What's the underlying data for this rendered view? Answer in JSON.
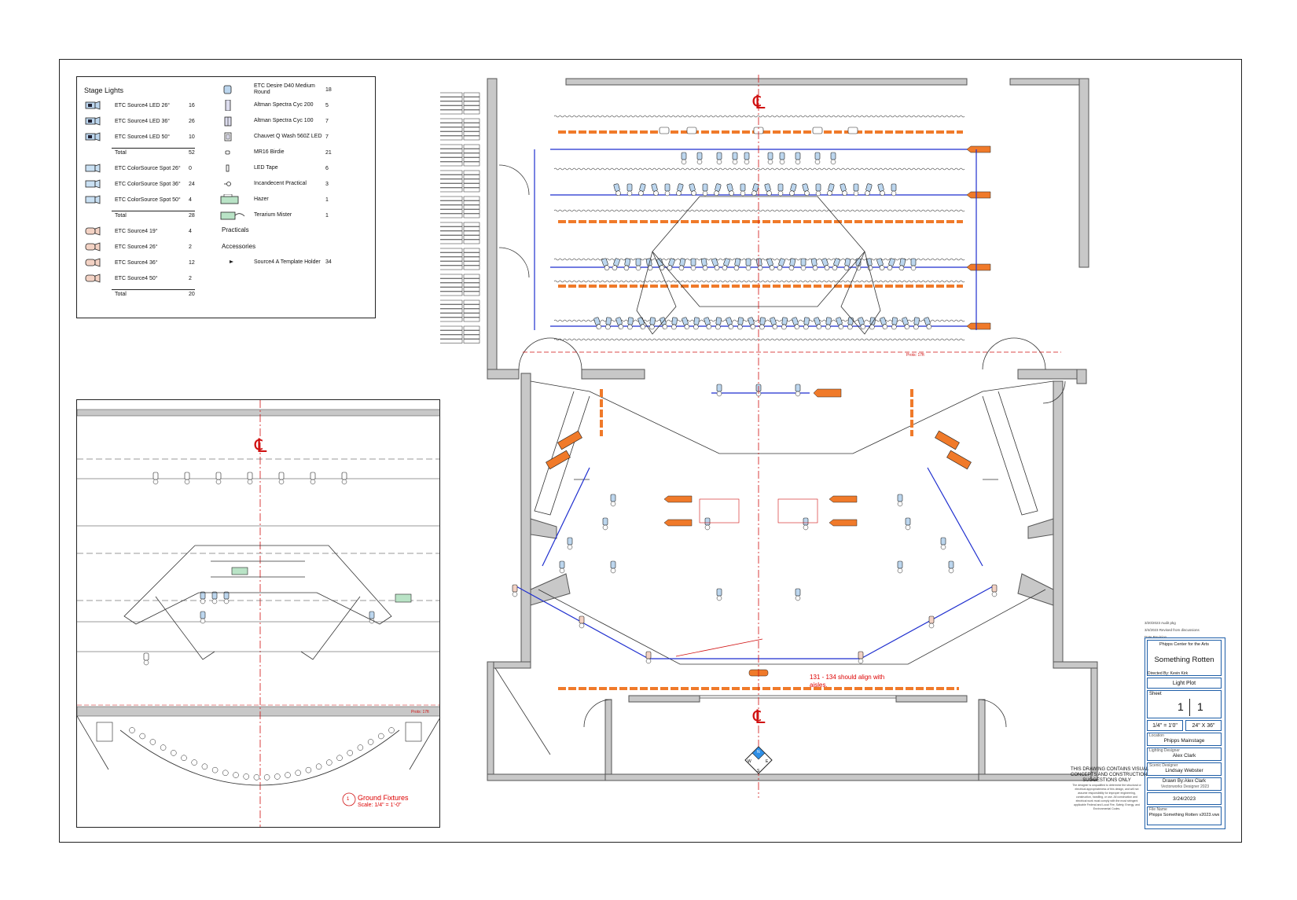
{
  "legend": {
    "title": "Stage Lights",
    "col1": [
      {
        "name": "ETC Source4 LED 26°",
        "qty": "16",
        "icon": "led-fixture-icon",
        "color": "#bcd6ee"
      },
      {
        "name": "ETC Source4 LED 36°",
        "qty": "26",
        "icon": "led-fixture-icon",
        "color": "#bcd6ee"
      },
      {
        "name": "ETC Source4 LED 50°",
        "qty": "10",
        "icon": "led-fixture-icon",
        "color": "#bcd6ee"
      },
      {
        "name": "Total",
        "qty": "52",
        "total": true
      },
      {
        "name": "ETC ColorSource Spot 26°",
        "qty": "0",
        "icon": "colorsource-icon",
        "color": "#c9e0f3"
      },
      {
        "name": "ETC ColorSource Spot 36°",
        "qty": "24",
        "icon": "colorsource-icon",
        "color": "#c9e0f3"
      },
      {
        "name": "ETC ColorSource Spot 50°",
        "qty": "4",
        "icon": "colorsource-icon",
        "color": "#c9e0f3"
      },
      {
        "name": "Total",
        "qty": "28",
        "total": true
      },
      {
        "name": "ETC Source4 19°",
        "qty": "4",
        "icon": "source4-icon",
        "color": "#f3d2c4"
      },
      {
        "name": "ETC Source4 26°",
        "qty": "2",
        "icon": "source4-icon",
        "color": "#f3d2c4"
      },
      {
        "name": "ETC Source4 36°",
        "qty": "12",
        "icon": "source4-icon",
        "color": "#f3d2c4"
      },
      {
        "name": "ETC Source4 50°",
        "qty": "2",
        "icon": "source4-icon",
        "color": "#f3d2c4"
      },
      {
        "name": "Total",
        "qty": "20",
        "total": true
      }
    ],
    "col2": [
      {
        "name": "ETC Desire D40 Medium\nRound",
        "qty": "18",
        "icon": "desire-d40-icon"
      },
      {
        "name": "Altman Spectra Cyc 200",
        "qty": "5",
        "icon": "cyc-200-icon"
      },
      {
        "name": "Altman Spectra Cyc 100",
        "qty": "7",
        "icon": "cyc-100-icon"
      },
      {
        "name": "Chauvet Q Wash 560Z LED",
        "qty": "7",
        "icon": "wash-icon"
      },
      {
        "name": "MR16 Birdie",
        "qty": "21",
        "icon": "birdie-icon"
      },
      {
        "name": "LED Tape",
        "qty": "6",
        "icon": "led-tape-icon"
      },
      {
        "name": "Incandecent Practical",
        "qty": "3",
        "icon": "practical-icon"
      },
      {
        "name": "Hazer",
        "qty": "1",
        "icon": "hazer-icon"
      },
      {
        "name": "Terarium Mister",
        "qty": "1",
        "icon": "mister-icon"
      }
    ],
    "practicals_label": "Practicals",
    "accessories_label": "Accessories",
    "accessory": {
      "name": "Source4 A Template Holder",
      "qty": "34",
      "icon": "template-holder-icon"
    }
  },
  "plan": {
    "centerline_symbol": "℄",
    "annotation": "131 - 134 should align with\naisles.",
    "red_tag": "Prots: 17ft"
  },
  "side_view": {
    "centerline_symbol": "℄",
    "ground_fixtures_label": "Ground Fixtures",
    "ground_fixtures_number": "1",
    "ground_fixtures_scale": "Scale: 1/4\" = 1'-0\"",
    "red_tag": "Prots: 17ft"
  },
  "notes": {
    "heading": "THIS DRAWING CONTAINS VISUAL\nCONCEPTS AND CONSTRUCTION\nSUGGESTIONS ONLY",
    "fine": "The designer is unqualified to determine the structural or electrical appropriateness of this design, and will not assume responsibility for improper engineering, construction, handling, or use. All construction and electrical work must comply with the most stringent applicable Federal and Local Fire, Safety, Energy, and Environmental Codes."
  },
  "revisions": {
    "line1": "3/20/2023  Audit pkg",
    "line2": "3/4/2023  Revised from discussions",
    "line3": "Date    Revision"
  },
  "title_block": {
    "venue": "Phipps Center for the Arts",
    "show": "Something Rotten",
    "director": "Directed By: Kevin Kirk",
    "drawing": "Light Plot",
    "sheet_label": "Sheet",
    "sheet_num": "1",
    "sheet_total": "1",
    "scale": "1/4\" = 1'0\"",
    "paper": "24\" X 36\"",
    "location_label": "Location",
    "location": "Phipps Mainstage",
    "lighting_designer_label": "Lighting Designer",
    "lighting_designer": "Alex Clark",
    "scenic_designer_label": "Scenic Designer",
    "scenic_designer": "Lindsay Webster",
    "drawn_by": "Drawn By:Alex Clark",
    "drawn_fine": "Vectorworks Designer 2023",
    "date": "3/24/2023",
    "file_label": "File Name",
    "file": "Phipps Something Rotten v2023.vwx"
  },
  "north": {
    "n": "N",
    "s": "S",
    "e": "E",
    "w": "W"
  },
  "colors": {
    "blue_pipe": "#1f2fcf",
    "orange": "#f07a2a",
    "red_line": "#d01010",
    "wall": "#c8c8c8",
    "led": "#bcd6ee",
    "source4": "#f3d2c4",
    "hazer": "#b9e3c6"
  }
}
